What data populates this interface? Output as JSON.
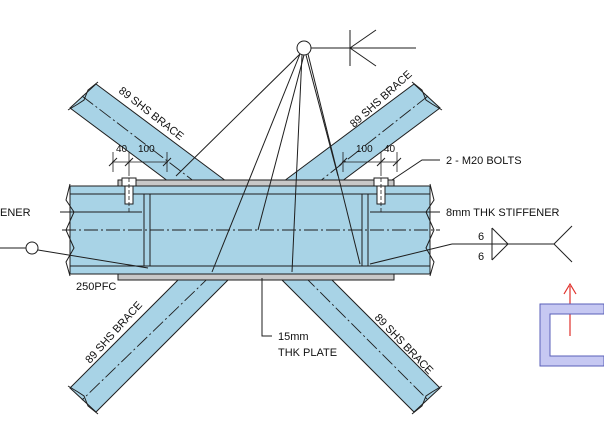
{
  "labels": {
    "brace_top_left": "89 SHS BRACE",
    "brace_top_right": "89 SHS BRACE",
    "brace_bottom_left": "89 SHS BRACE",
    "brace_bottom_right": "89 SHS BRACE",
    "dim_left_40": "40",
    "dim_left_100": "100",
    "dim_right_100": "100",
    "dim_right_40": "40",
    "bolts": "2 - M20 BOLTS",
    "stiffener_left_partial": "ENER",
    "stiffener_right": "8mm THK STIFFENER",
    "channel": "250PFC",
    "plate_line1": "15mm",
    "plate_line2": "THK PLATE",
    "weld_top": "6",
    "weld_bottom": "6"
  },
  "colors": {
    "steel_fill": "#a8d3e6",
    "plate_fill": "#c8c8c8",
    "line": "#1e1e1e",
    "red_arrow": "#e0302a",
    "inset_fill": "#c6c8f2",
    "inset_stroke": "#5a5fb8"
  }
}
